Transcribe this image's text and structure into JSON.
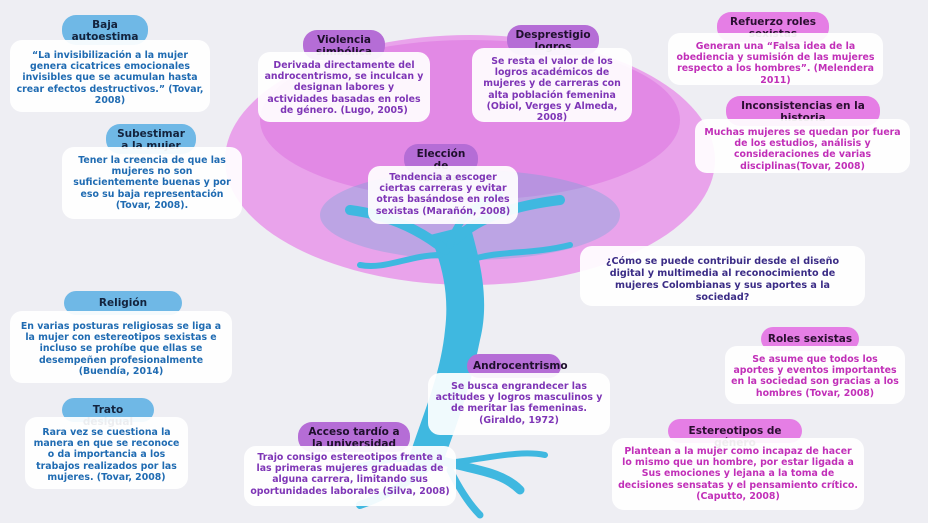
{
  "question": "¿Cómo se puede contribuir desde el diseño digital y multimedia al reconocimiento de mujeres Colombianas y sus aportes a la sociedad?",
  "colors": {
    "blue": "#6fb8e6",
    "purple": "#b56dd6",
    "pink": "#e57ee5",
    "tree": "#3fb8e0",
    "crown": "#e88ee8"
  },
  "nodes": {
    "baja_autoestima": {
      "title": "Baja autoestima",
      "text": "“La invisibilización  a la mujer genera cicatrices emocionales invisibles que se acumulan hasta crear efectos destructivos.” (Tovar, 2008)"
    },
    "subestimar": {
      "title": "Subestimar a la mujer",
      "text": "Tener la creencia de que las mujeres no son suficientemente buenas y por eso su baja representación (Tovar, 2008)."
    },
    "religion": {
      "title": "Religión",
      "text": "En varias posturas religiosas  se liga a la mujer con estereotipos sexistas e incluso se prohíbe que ellas se desempeñen profesionalmente (Buendía, 2014)"
    },
    "trato_desigual": {
      "title": "Trato desigual",
      "text": "Rara vez se cuestiona la manera en que se reconoce o da importancia a los trabajos realizados por las mujeres. (Tovar, 2008)"
    },
    "violencia": {
      "title": "Violencia simbólica",
      "text": "Derivada directamente del androcentrismo, se inculcan y designan labores y actividades basadas en roles de género. (Lugo, 2005)"
    },
    "desprestigio": {
      "title": "Desprestigio logros",
      "text": "Se resta el valor de los logros académicos  de mujeres y de carreras con alta población femenina (Obiol, Verges y Almeda, 2008)"
    },
    "eleccion": {
      "title": "Elección de carreras",
      "text": "Tendencia a escoger ciertas carreras y evitar otras basándose en roles sexistas (Marañón, 2008)"
    },
    "androcentrismo": {
      "title": "Androcentrismo",
      "text": "Se busca engrandecer las actitudes y logros masculinos y de meritar las femeninas. (Giraldo, 1972)"
    },
    "acceso": {
      "title": "Acceso tardío a la universidad",
      "text": "Trajo consigo estereotipos frente a las primeras mujeres graduadas de alguna carrera, limitando sus oportunidades laborales (Silva, 2008)"
    },
    "refuerzo": {
      "title": "Refuerzo roles sexistas",
      "text": "Generan una “Falsa idea de la obediencia y sumisión de las mujeres respecto a los hombres”. (Melendera 2011)"
    },
    "inconsistencias": {
      "title": "Inconsistencias en la historia",
      "text": "Muchas mujeres se quedan por fuera de los estudios, análisis y consideraciones de varias disciplinas(Tovar, 2008)"
    },
    "roles": {
      "title": "Roles sexistas",
      "text": "Se asume que todos los aportes y eventos importantes en la sociedad son gracias a los hombres (Tovar, 2008)"
    },
    "estereotipos": {
      "title": "Estereotipos de género",
      "text": "Plantean a la mujer como incapaz de hacer lo mismo que un hombre, por estar ligada a Sus emociones y lejana a la toma de decisiones sensatas y el pensamiento crítico. (Caputto, 2008)"
    }
  }
}
